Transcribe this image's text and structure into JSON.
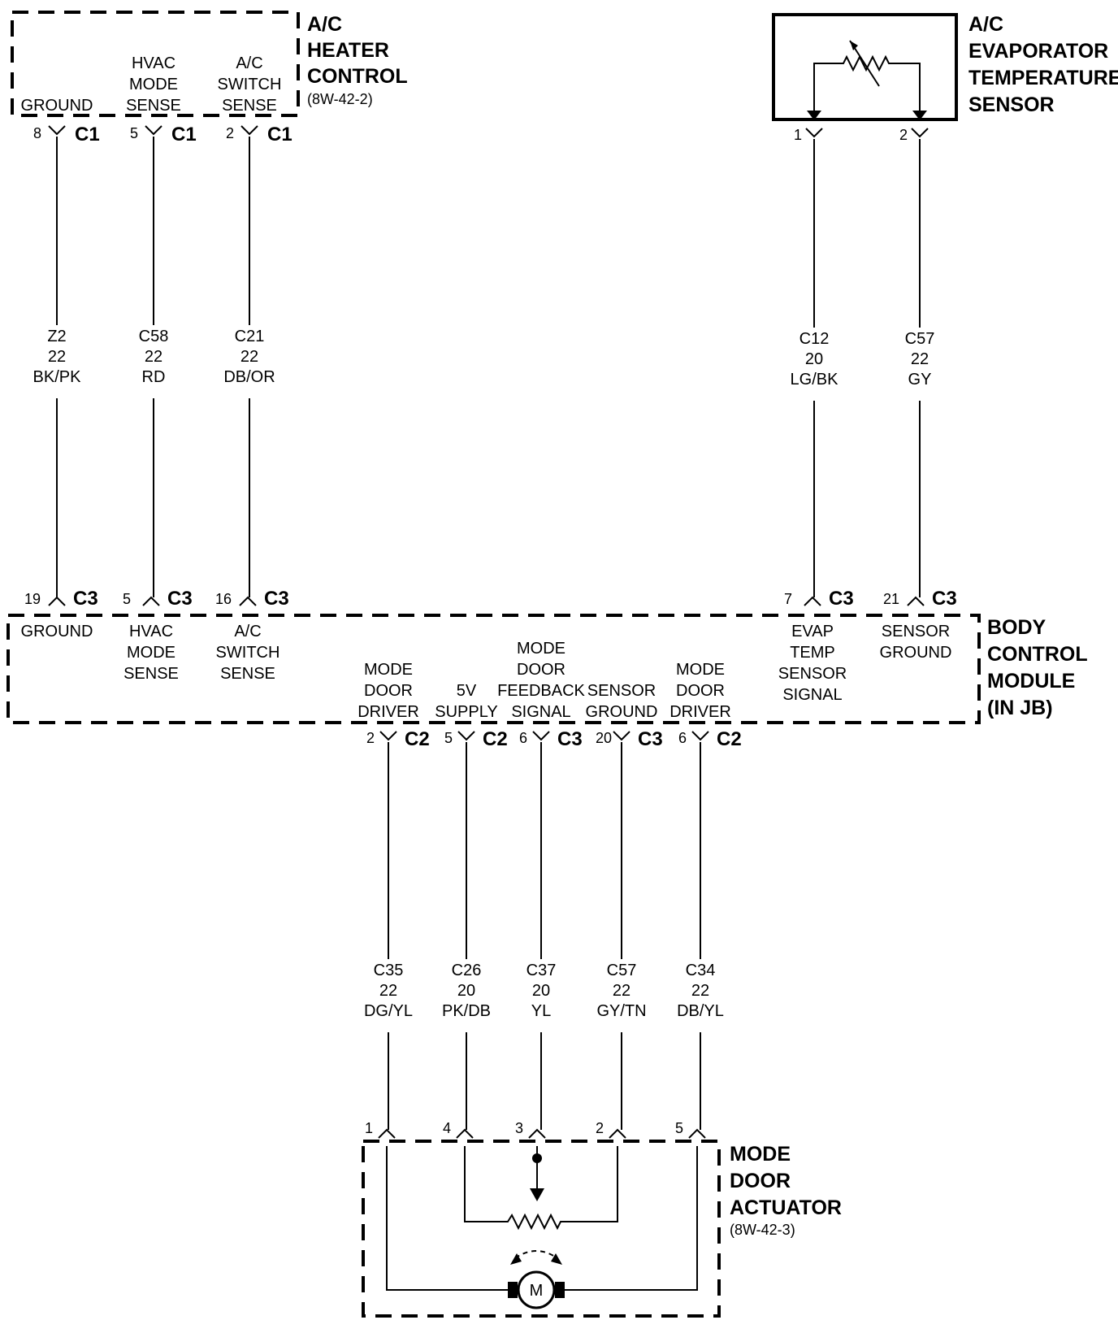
{
  "components": {
    "heater_control": {
      "title": [
        "A/C",
        "HEATER",
        "CONTROL"
      ],
      "ref": "(8W-42-2)",
      "terminals": [
        {
          "label": [
            "GROUND"
          ],
          "pin": "8",
          "conn": "C1"
        },
        {
          "label": [
            "HVAC",
            "MODE",
            "SENSE"
          ],
          "pin": "5",
          "conn": "C1"
        },
        {
          "label": [
            "A/C",
            "SWITCH",
            "SENSE"
          ],
          "pin": "2",
          "conn": "C1"
        }
      ]
    },
    "evap_sensor": {
      "title": [
        "A/C",
        "EVAPORATOR",
        "TEMPERATURE",
        "SENSOR"
      ],
      "pins": [
        "1",
        "2"
      ]
    },
    "bcm": {
      "title": [
        "BODY",
        "CONTROL",
        "MODULE",
        "(IN JB)"
      ],
      "top_terminals": [
        {
          "label": [
            "GROUND"
          ],
          "pin": "19",
          "conn": "C3"
        },
        {
          "label": [
            "HVAC",
            "MODE",
            "SENSE"
          ],
          "pin": "5",
          "conn": "C3"
        },
        {
          "label": [
            "A/C",
            "SWITCH",
            "SENSE"
          ],
          "pin": "16",
          "conn": "C3"
        },
        {
          "label": [
            "EVAP",
            "TEMP",
            "SENSOR",
            "SIGNAL"
          ],
          "pin": "7",
          "conn": "C3"
        },
        {
          "label": [
            "SENSOR",
            "GROUND"
          ],
          "pin": "21",
          "conn": "C3"
        }
      ],
      "bottom_terminals": [
        {
          "label": [
            "MODE",
            "DOOR",
            "DRIVER"
          ],
          "pin": "2",
          "conn": "C2"
        },
        {
          "label": [
            "5V",
            "SUPPLY"
          ],
          "pin": "5",
          "conn": "C2"
        },
        {
          "label": [
            "MODE",
            "DOOR",
            "FEEDBACK",
            "SIGNAL"
          ],
          "pin": "6",
          "conn": "C3"
        },
        {
          "label": [
            "SENSOR",
            "GROUND"
          ],
          "pin": "20",
          "conn": "C3"
        },
        {
          "label": [
            "MODE",
            "DOOR",
            "DRIVER"
          ],
          "pin": "6",
          "conn": "C2"
        }
      ]
    },
    "actuator": {
      "title": [
        "MODE",
        "DOOR",
        "ACTUATOR"
      ],
      "ref": "(8W-42-3)",
      "pins": [
        "1",
        "4",
        "3",
        "2",
        "5"
      ],
      "motor_label": "M"
    }
  },
  "wires": [
    {
      "circuit": "Z2",
      "gauge": "22",
      "color": "BK/PK"
    },
    {
      "circuit": "C58",
      "gauge": "22",
      "color": "RD"
    },
    {
      "circuit": "C21",
      "gauge": "22",
      "color": "DB/OR"
    },
    {
      "circuit": "C12",
      "gauge": "20",
      "color": "LG/BK"
    },
    {
      "circuit": "C57",
      "gauge": "22",
      "color": "GY"
    },
    {
      "circuit": "C35",
      "gauge": "22",
      "color": "DG/YL"
    },
    {
      "circuit": "C26",
      "gauge": "20",
      "color": "PK/DB"
    },
    {
      "circuit": "C37",
      "gauge": "20",
      "color": "YL"
    },
    {
      "circuit": "C57",
      "gauge": "22",
      "color": "GY/TN"
    },
    {
      "circuit": "C34",
      "gauge": "22",
      "color": "DB/YL"
    }
  ]
}
